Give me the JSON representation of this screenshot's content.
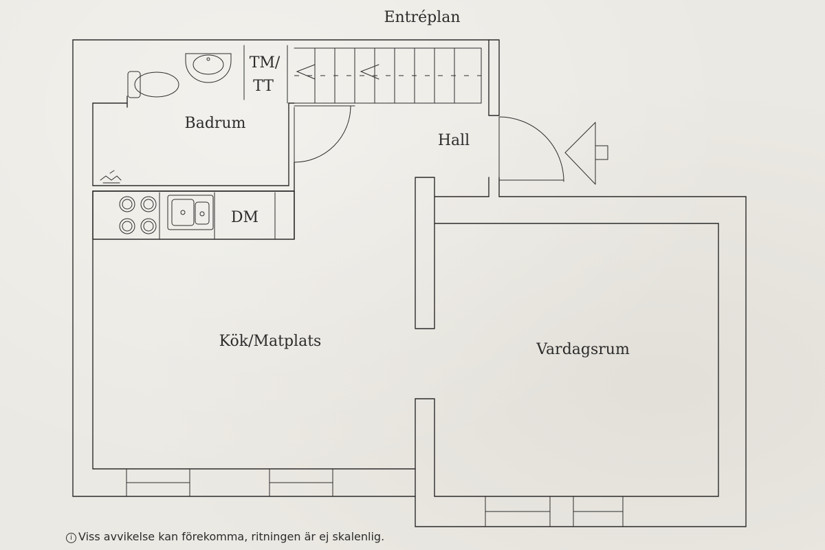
{
  "floor_title": "Entréplan",
  "rooms": {
    "bathroom": "Badrum",
    "laundry_line1": "TM/",
    "laundry_line2": "TT",
    "hall": "Hall",
    "dishwasher": "DM",
    "kitchen": "Kök/Matplats",
    "living": "Vardagsrum"
  },
  "disclaimer": {
    "icon": "info-icon",
    "text": "Viss avvikelse kan förekomma, ritningen är ej skalenlig."
  },
  "colors": {
    "paper": "#ebe9e3",
    "ink": "#2b2b2b"
  }
}
